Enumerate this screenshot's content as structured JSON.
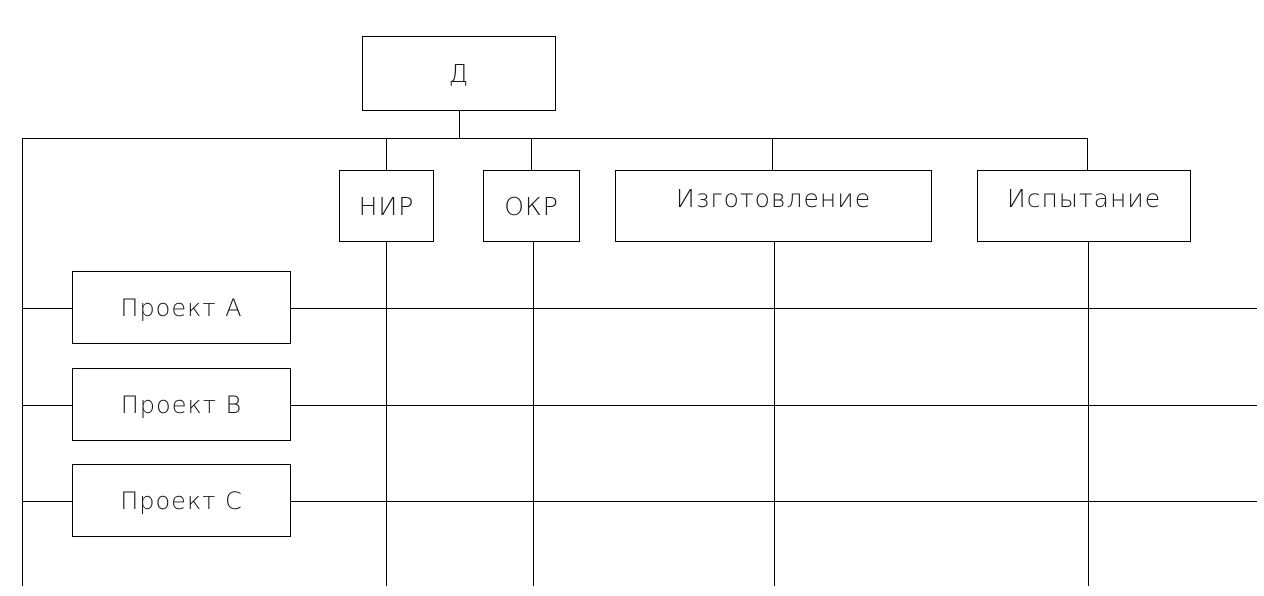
{
  "diagram": {
    "root": {
      "label": "Д"
    },
    "columns": [
      {
        "label": "НИР"
      },
      {
        "label": "ОКР"
      },
      {
        "label": "Изготовление"
      },
      {
        "label": "Испытание"
      }
    ],
    "rows": [
      {
        "label": "Проект А"
      },
      {
        "label": "Проект В"
      },
      {
        "label": "Проект С"
      }
    ],
    "colors": {
      "line": "#000000",
      "background": "#ffffff",
      "text": "#1a1a1a"
    }
  }
}
